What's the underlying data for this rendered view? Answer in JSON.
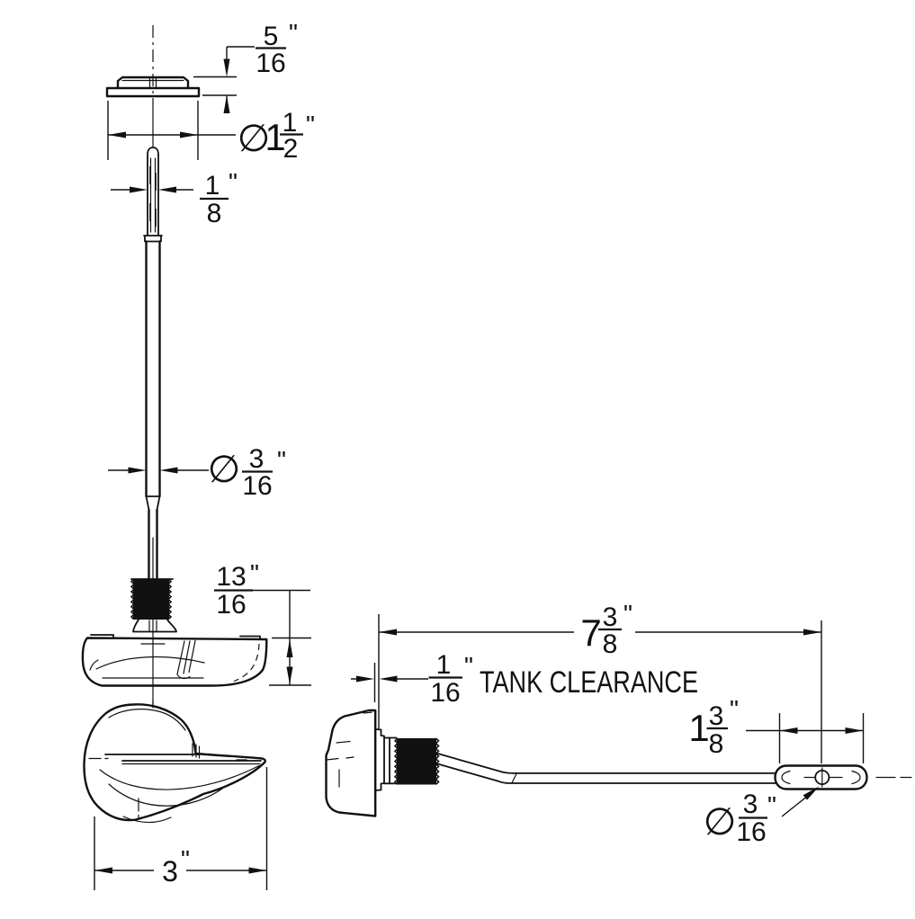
{
  "meta": {
    "background": "#ffffff",
    "line_color": "#111111",
    "drawing_type": "toilet tank trip lever technical drawing",
    "units": "inches"
  },
  "dims": {
    "flange_height": {
      "num": "5",
      "den": "16",
      "unit": "\""
    },
    "flange_dia": {
      "dia": "∅",
      "whole": "1",
      "num": "1",
      "den": "2",
      "unit": "\""
    },
    "rod_tip_width": {
      "num": "1",
      "den": "8",
      "unit": "\""
    },
    "rod_dia": {
      "dia": "∅",
      "num": "3",
      "den": "16",
      "unit": "\""
    },
    "nut_height": {
      "num": "13",
      "den": "16",
      "unit": "\""
    },
    "handle_width": {
      "value": "3",
      "unit": "\""
    },
    "reach": {
      "whole": "7",
      "num": "3",
      "den": "8",
      "unit": "\""
    },
    "tank_clearance": {
      "num": "1",
      "den": "16",
      "unit": "\"",
      "label": "TANK CLEARANCE"
    },
    "end_link_length": {
      "whole": "1",
      "num": "3",
      "den": "8",
      "unit": "\""
    },
    "hole_dia": {
      "dia": "∅",
      "num": "3",
      "den": "16",
      "unit": "\""
    }
  }
}
